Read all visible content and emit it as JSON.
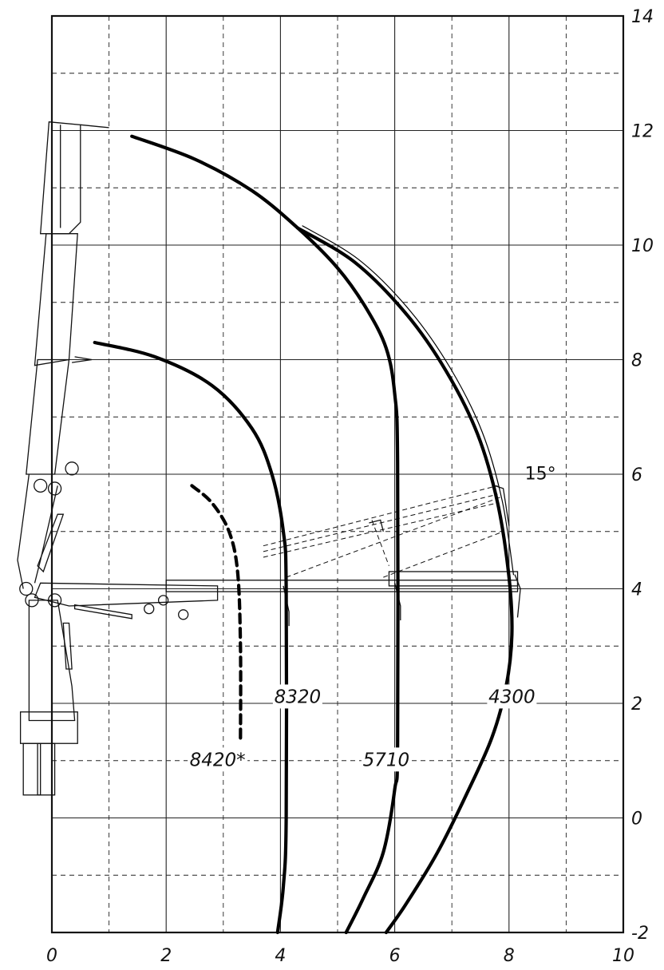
{
  "chart_data": {
    "type": "line",
    "title": "",
    "xlabel": "",
    "ylabel": "",
    "xlim": [
      0,
      10
    ],
    "ylim": [
      -2,
      14
    ],
    "xticks": [
      0,
      2,
      4,
      6,
      8,
      10
    ],
    "yticks": [
      -2,
      0,
      2,
      4,
      6,
      8,
      10,
      12,
      14
    ],
    "grid": "dashed-minor-solid-major",
    "series": [
      {
        "name": "8420*",
        "style": "dashed",
        "x": [
          2.45,
          2.8,
          3.1,
          3.25,
          3.3,
          3.3
        ],
        "y": [
          5.8,
          5.5,
          5.0,
          4.3,
          3.0,
          1.3
        ]
      },
      {
        "name": "8320",
        "style": "solid",
        "x": [
          0.75,
          1.8,
          2.8,
          3.5,
          3.85,
          4.05,
          4.1,
          4.1,
          4.05,
          3.95
        ],
        "y": [
          8.3,
          8.05,
          7.55,
          6.8,
          6.0,
          5.0,
          4.0,
          0.0,
          -1.2,
          -2.0
        ]
      },
      {
        "name": "5710",
        "style": "solid",
        "x": [
          1.4,
          2.5,
          3.5,
          4.3,
          5.0,
          5.5,
          5.85,
          6.0,
          6.05,
          6.05,
          6.0,
          5.8,
          5.45,
          5.15
        ],
        "y": [
          11.9,
          11.5,
          10.95,
          10.3,
          9.6,
          8.9,
          8.2,
          7.4,
          6.2,
          1.3,
          0.5,
          -0.6,
          -1.4,
          -2.0
        ]
      },
      {
        "name": "4300",
        "style": "solid",
        "x": [
          4.3,
          5.3,
          6.2,
          6.9,
          7.45,
          7.8,
          8.0,
          8.05,
          7.95,
          7.7,
          7.25,
          6.75,
          6.2,
          5.85
        ],
        "y": [
          10.3,
          9.7,
          8.8,
          7.8,
          6.7,
          5.5,
          4.2,
          3.2,
          2.3,
          1.4,
          0.4,
          -0.6,
          -1.5,
          -2.0
        ]
      }
    ],
    "annotations": [
      {
        "text": "8420*",
        "x": 2.9,
        "y": 0.95
      },
      {
        "text": "8320",
        "x": 4.3,
        "y": 2.05
      },
      {
        "text": "5710",
        "x": 5.85,
        "y": 0.95
      },
      {
        "text": "4300",
        "x": 8.05,
        "y": 2.05
      },
      {
        "text": "15°",
        "x": 8.55,
        "y": 5.95
      }
    ]
  }
}
